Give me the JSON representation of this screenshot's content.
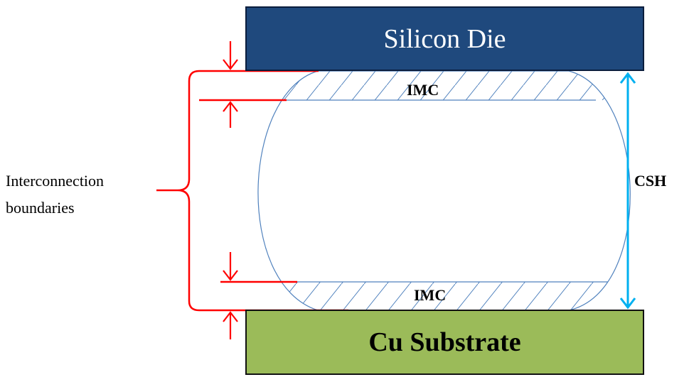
{
  "diagram": {
    "die_label": "Silicon Die",
    "substrate_label": "Cu Substrate",
    "imc_top_label": "IMC",
    "imc_bottom_label": "IMC",
    "csh_label": "CSH",
    "boundaries_label_line1": "Interconnection",
    "boundaries_label_line2": "boundaries"
  },
  "colors": {
    "die_fill": "#1f497d",
    "substrate_fill": "#9bbb59",
    "solder_outline": "#4f81bd",
    "boundary_marker": "#ff0000",
    "csh_arrow": "#00b0f0"
  }
}
